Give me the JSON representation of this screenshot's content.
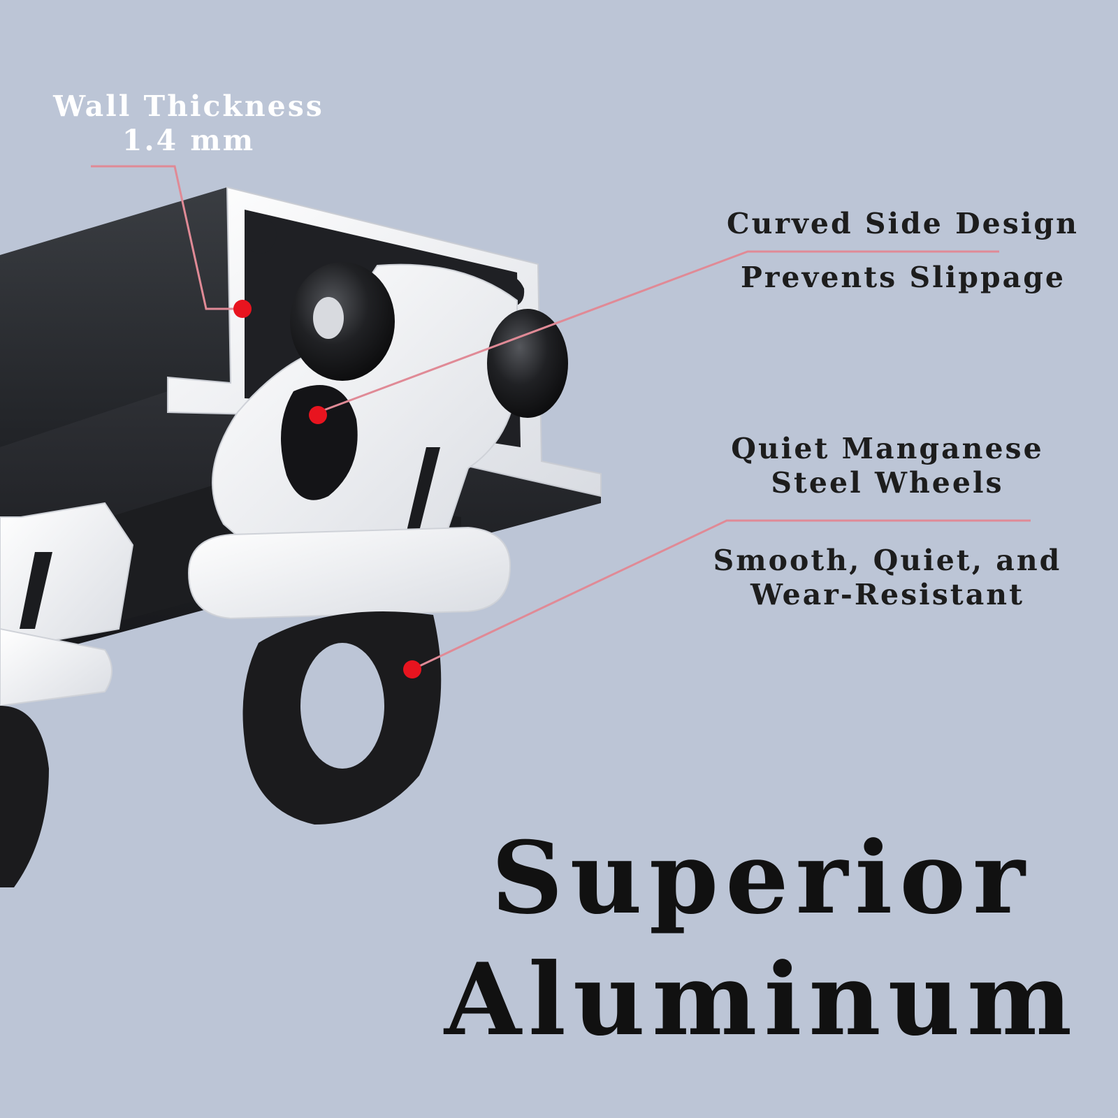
{
  "colors": {
    "background": "#bcc5d6",
    "rail": "#2b2d31",
    "rail_section": "#eceef2",
    "carrier": "#f2f3f5",
    "wheel": "#1a1a1c",
    "ring": "#1b1b1d",
    "leader_line": "#e08a96",
    "marker": "#e8141f",
    "light_text": "#ffffff",
    "dark_text": "#1d1d1d"
  },
  "callouts": {
    "wall_thickness": {
      "line1": "Wall Thickness",
      "line2": "1.4 mm",
      "marker_icon": "red-dot-marker"
    },
    "curved_side": {
      "title": "Curved Side Design",
      "subtitle": "Prevents Slippage",
      "marker_icon": "red-dot-marker"
    },
    "wheels": {
      "title_line1": "Quiet Manganese",
      "title_line2": "Steel Wheels",
      "subtitle_line1": "Smooth, Quiet, and",
      "subtitle_line2": "Wear-Resistant",
      "marker_icon": "red-dot-marker"
    }
  },
  "headline": {
    "line1": "Superior",
    "line2": "Aluminum"
  }
}
